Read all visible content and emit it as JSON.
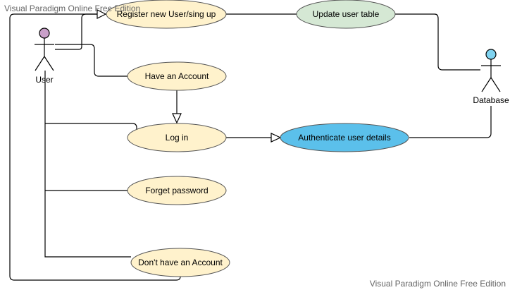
{
  "watermark": {
    "top": "Visual Paradigm Online Free Edition",
    "bottom": "Visual Paradigm Online Free Edition"
  },
  "actors": {
    "user": {
      "label": "User",
      "head_color": "#c9a0c9"
    },
    "database": {
      "label": "Database",
      "head_color": "#7fd3f0"
    }
  },
  "use_cases": {
    "register": {
      "label": "Register new User/sing up",
      "fill": "#fff2cc"
    },
    "update": {
      "label": "Update user table",
      "fill": "#d5e8d4"
    },
    "have_account": {
      "label": "Have an Account",
      "fill": "#fff2cc"
    },
    "login": {
      "label": "Log in",
      "fill": "#fff2cc"
    },
    "authenticate": {
      "label": "Authenticate user details",
      "fill": "#5bc0eb"
    },
    "forget": {
      "label": "Forget password",
      "fill": "#fff2cc"
    },
    "no_account": {
      "label": "Don't have an Account",
      "fill": "#fff2cc"
    }
  },
  "colors": {
    "stroke": "#000000",
    "ellipse_border": "#555555"
  }
}
